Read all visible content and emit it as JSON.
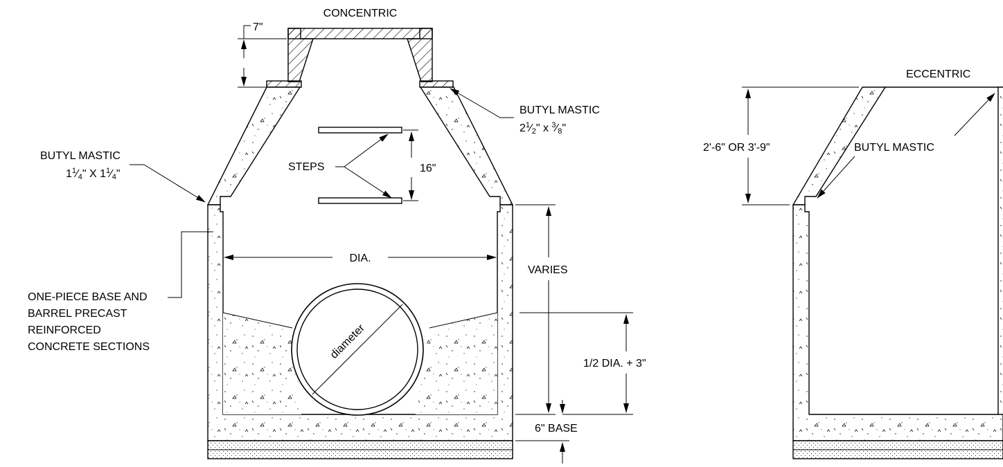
{
  "concentric": {
    "title": "CONCENTRIC",
    "dim_ring_height": "7\"",
    "butyl_top_label": "BUTYL MASTIC",
    "butyl_top_size_whole": "2",
    "butyl_top_size_frac_a_num": "1",
    "butyl_top_size_frac_a_den": "2",
    "butyl_top_size_mid": "\" x ",
    "butyl_top_size_frac_b_num": "3",
    "butyl_top_size_frac_b_den": "8",
    "butyl_top_size_end": "\"",
    "butyl_side_label": "BUTYL MASTIC",
    "butyl_side_whole_a": "1",
    "butyl_side_frac_a_num": "1",
    "butyl_side_frac_a_den": "4",
    "butyl_side_mid": "\" X ",
    "butyl_side_whole_b": "1",
    "butyl_side_frac_b_num": "1",
    "butyl_side_frac_b_den": "4",
    "butyl_side_end": "\"",
    "steps_label": "STEPS",
    "steps_spacing": "16\"",
    "dia_label": "DIA.",
    "pipe_label": "diameter",
    "varies_label": "VARIES",
    "half_dia_label": "1/2 DIA. + 3\"",
    "base_label": "6\" BASE",
    "note_lines": [
      "ONE-PIECE BASE AND",
      "BARREL PRECAST",
      "REINFORCED",
      "CONCRETE SECTIONS"
    ]
  },
  "eccentric": {
    "title": "ECCENTRIC",
    "cone_height": "2'-6\" OR 3'-9\"",
    "butyl_label": "BUTYL MASTIC"
  }
}
